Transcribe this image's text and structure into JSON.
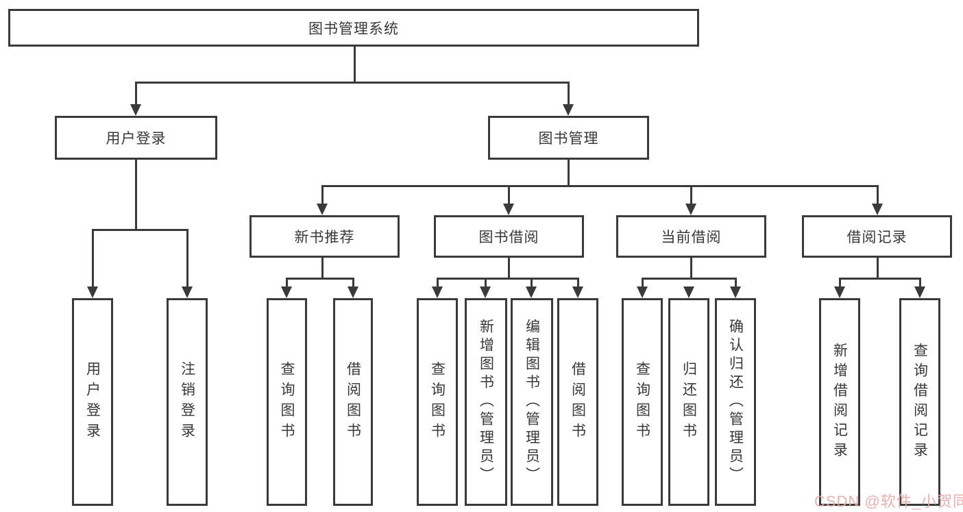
{
  "root": {
    "label": "图书管理系统"
  },
  "branches": {
    "user_login": {
      "label": "用户登录",
      "children": [
        "用户登录",
        "注销登录"
      ]
    },
    "book_management": {
      "label": "图书管理",
      "groups": [
        {
          "label": "新书推荐",
          "children": [
            "查询图书",
            "借阅图书"
          ]
        },
        {
          "label": "图书借阅",
          "children": [
            "查询图书",
            "新增图书（管理员）",
            "编辑图书（管理员）",
            "借阅图书"
          ]
        },
        {
          "label": "当前借阅",
          "children": [
            "查询图书",
            "归还图书",
            "确认归还（管理员）"
          ]
        },
        {
          "label": "借阅记录",
          "children": [
            "新增借阅记录",
            "查询借阅记录"
          ]
        }
      ]
    }
  },
  "watermark": {
    "text": "CSDN @软件_小贺同学"
  },
  "colors": {
    "line": "#3a3a3a",
    "text": "#383838",
    "box_background": "#ffffff",
    "page_background": "#ffffff",
    "watermark": "#e9a9a9"
  }
}
